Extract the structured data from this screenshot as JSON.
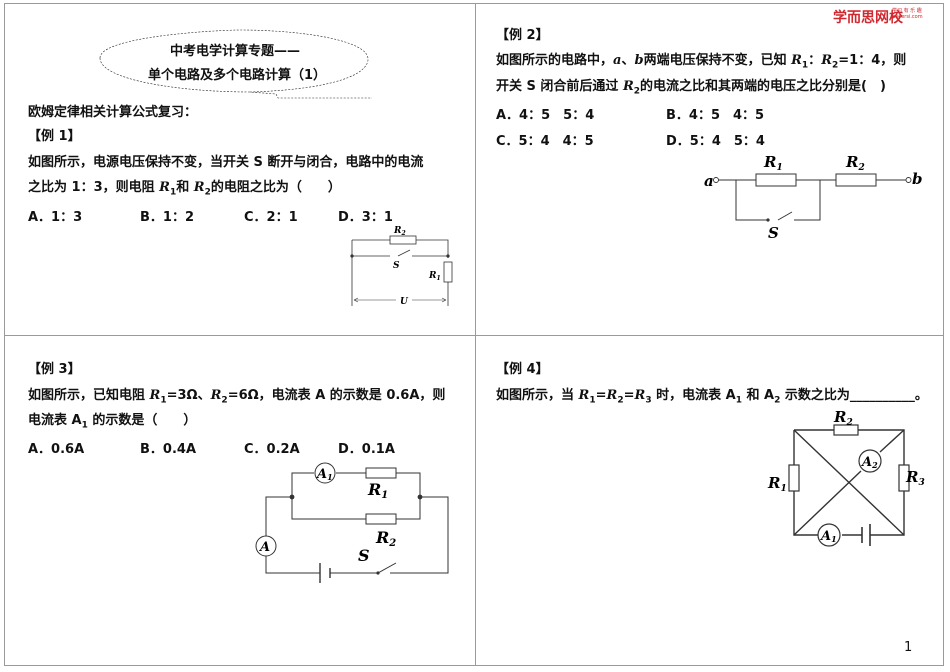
{
  "logo": {
    "text": "学而思网校",
    "sub1": "学习 有 乐 趣",
    "sub2": "xueersi.com"
  },
  "title": {
    "line1": "中考电学计算专题——",
    "line2": "单个电路及多个电路计算（1）"
  },
  "review": {
    "heading": "欧姆定律相关计算公式复习："
  },
  "ex1": {
    "label": "【例 1】",
    "line1": "如图所示，电源电压保持不变，当开关 S 断开与闭合，电路中的电流",
    "line2_a": "之比为 1：3，则电阻 ",
    "line2_b": "和 ",
    "line2_c": "的电阻之比为（　　）",
    "options": [
      "A．1：3",
      "B．1：2",
      "C．2：1",
      "D．3：1"
    ],
    "circuit": {
      "r2": "R",
      "r2_sub": "2",
      "s": "S",
      "r1": "R",
      "r1_sub": "1",
      "u": "U"
    }
  },
  "ex2": {
    "label": "【例 2】",
    "line1_a": "如图所示的电路中，",
    "line1_b": "、",
    "line1_c": "两端电压保持不变，已知 ",
    "line1_d": "：",
    "line1_e": "=1：4，则",
    "line2_a": "开关 S 闭合前后通过 ",
    "line2_b": "的电流之比和其两端的电压之比分别是(　)",
    "options": [
      "A．4：5　5：4",
      "B．4：5　4：5",
      "C．5：4　4：5",
      "D．5：4　5：4"
    ],
    "circuit": {
      "a": "a",
      "b": "b",
      "r1": "R",
      "r1_sub": "1",
      "r2": "R",
      "r2_sub": "2",
      "s": "S"
    }
  },
  "ex3": {
    "label": "【例 3】",
    "line1_a": "如图所示，已知电阻 ",
    "line1_b": "=3Ω、",
    "line1_c": "=6Ω，电流表 A 的示数是 0.6A，则",
    "line2_a": "电流表 A",
    "line2_sub": "1",
    "line2_b": " 的示数是（　　）",
    "options": [
      "A．0.6A",
      "B．0.4A",
      "C．0.2A",
      "D．0.1A"
    ],
    "circuit": {
      "a1": "A",
      "a1_sub": "1",
      "r1": "R",
      "r1_sub": "1",
      "a": "A",
      "r2": "R",
      "r2_sub": "2",
      "s": "S"
    }
  },
  "ex4": {
    "label": "【例 4】",
    "line1_a": "如图所示，当 ",
    "line1_b": "=",
    "line1_c": "=",
    "line1_d": " 时，电流表  A",
    "line1_e": " 和 A",
    "line1_f": " 示数之比为__________。",
    "circuit": {
      "r2": "R",
      "r2_sub": "2",
      "a2": "A",
      "a2_sub": "2",
      "r1": "R",
      "r1_sub": "1",
      "r3": "R",
      "r3_sub": "3",
      "a1": "A",
      "a1_sub": "1"
    }
  },
  "sym": {
    "R": "R",
    "a": "a",
    "b": "b",
    "s1": "1",
    "s2": "2",
    "s3": "3"
  },
  "page_number": "1"
}
